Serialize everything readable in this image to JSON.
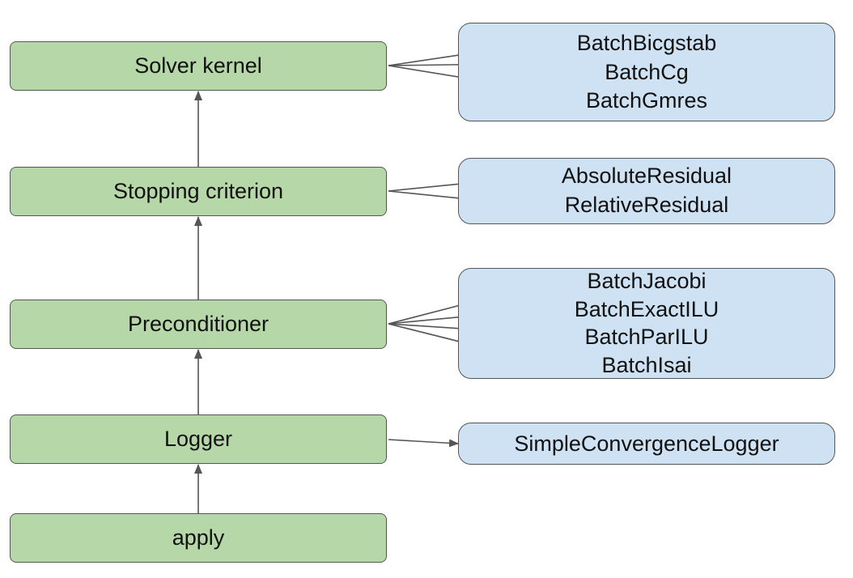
{
  "layers": [
    {
      "id": "solver",
      "label": "Solver kernel"
    },
    {
      "id": "stopping",
      "label": "Stopping criterion"
    },
    {
      "id": "precond",
      "label": "Preconditioner"
    },
    {
      "id": "logger",
      "label": "Logger"
    },
    {
      "id": "apply",
      "label": "apply"
    }
  ],
  "options": {
    "solver": [
      "BatchBicgstab",
      "BatchCg",
      "BatchGmres"
    ],
    "stopping": [
      "AbsoluteResidual",
      "RelativeResidual"
    ],
    "precond": [
      "BatchJacobi",
      "BatchExactILU",
      "BatchParILU",
      "BatchIsai"
    ],
    "logger": [
      "SimpleConvergenceLogger"
    ]
  },
  "colors": {
    "layer_fill": "#b6d7a8",
    "option_fill": "#cfe2f3",
    "stroke": "#555555"
  }
}
